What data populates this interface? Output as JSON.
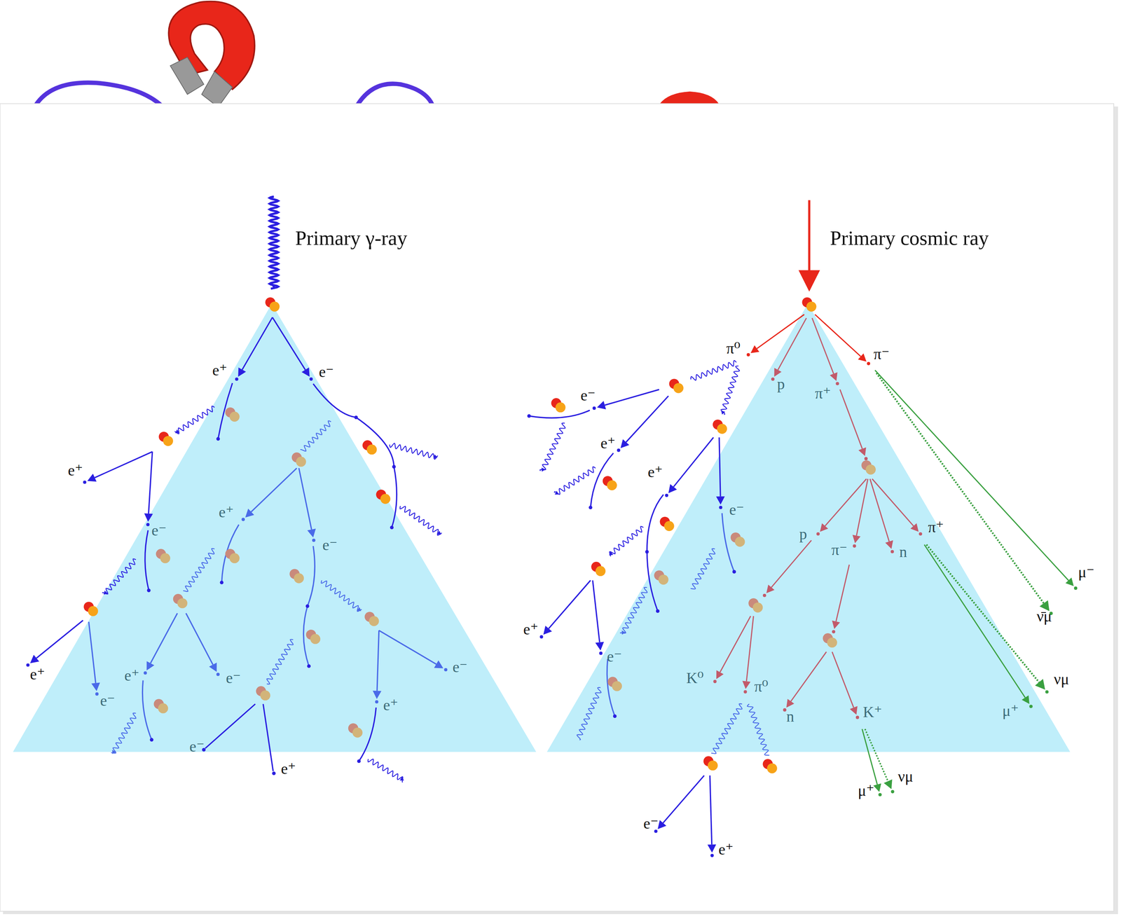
{
  "diagram": {
    "labels": [
      "Primary γ-ray",
      "Primary cosmic ray",
      "e⁺",
      "e⁻",
      "e⁺",
      "e⁺",
      "e⁻",
      "e⁻",
      "e⁺",
      "e⁺",
      "e⁻",
      "e⁻",
      "e⁻",
      "e⁺",
      "e⁻",
      "e⁺",
      "π⁰",
      "π⁻",
      "p",
      "π⁺",
      "e⁻",
      "e⁺",
      "e⁺",
      "e⁻",
      "p",
      "π⁺",
      "π⁻",
      "n",
      "μ⁻",
      "ν̄μ",
      "e⁺",
      "e⁻",
      "K⁰",
      "π⁰",
      "νμ",
      "μ⁺",
      "K⁺",
      "n",
      "νμ",
      "μ⁺",
      "e⁻",
      "e⁺"
    ]
  }
}
